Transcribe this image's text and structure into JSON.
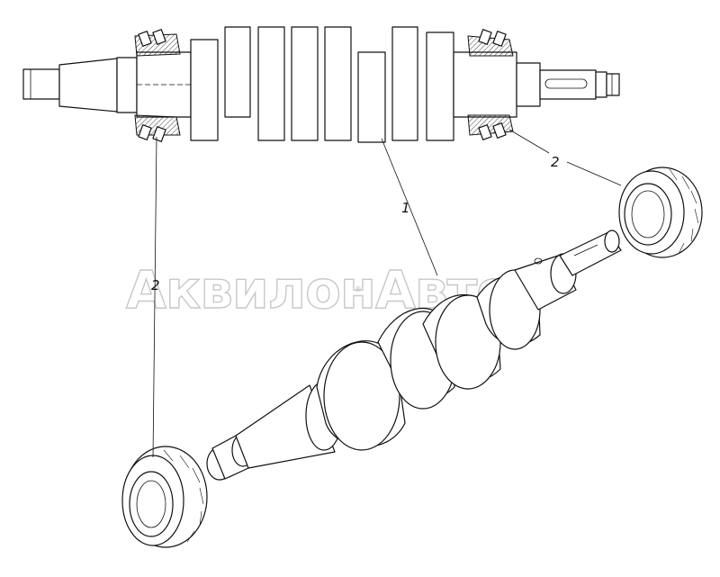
{
  "callouts": {
    "crankshaft": "1",
    "bearing_right": "2",
    "bearing_left": "2"
  },
  "watermark": {
    "text": "АквилонАвто",
    "mark": "®"
  }
}
